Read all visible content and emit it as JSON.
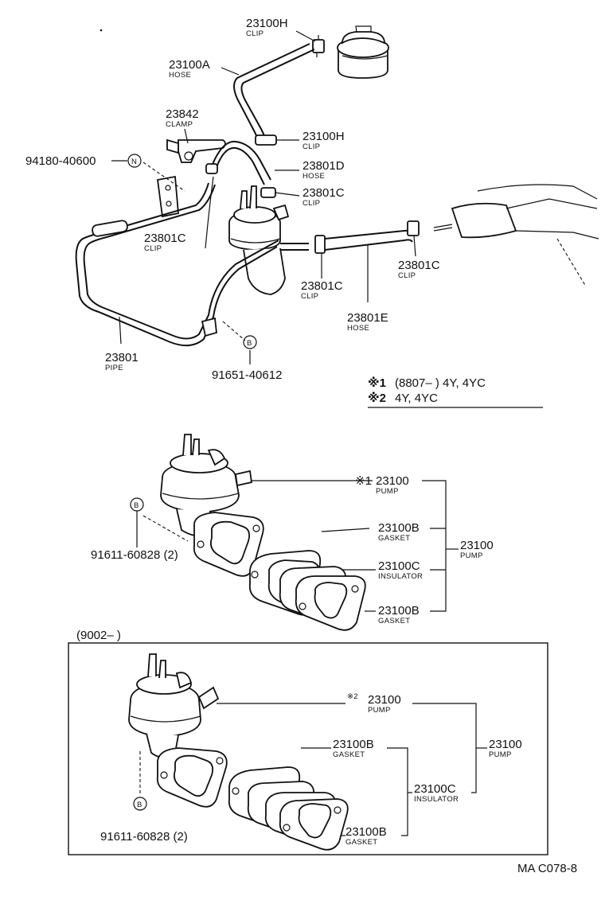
{
  "labels": {
    "top_clip_h": {
      "num": "23100H",
      "name": "CLIP"
    },
    "hose_a": {
      "num": "23100A",
      "name": "HOSE"
    },
    "clamp": {
      "num": "23842",
      "name": "CLAMP"
    },
    "clip_h2": {
      "num": "23100H",
      "name": "CLIP"
    },
    "hose_d": {
      "num": "23801D",
      "name": "HOSE"
    },
    "clip_c_upper": {
      "num": "23801C",
      "name": "CLIP"
    },
    "bolt_n": {
      "num": "94180-40600",
      "badge": "N"
    },
    "clip_c_left": {
      "num": "23801C",
      "name": "CLIP"
    },
    "clip_c_mid": {
      "num": "23801C",
      "name": "CLIP"
    },
    "clip_c_right": {
      "num": "23801C",
      "name": "CLIP"
    },
    "hose_e": {
      "num": "23801E",
      "name": "HOSE"
    },
    "pipe": {
      "num": "23801",
      "name": "PIPE"
    },
    "bolt_b_top": {
      "num": "91651-40612",
      "badge": "B"
    }
  },
  "notes": {
    "note1_mark": "※1",
    "note1_text": "(8807–        ) 4Y, 4YC",
    "note2_mark": "※2",
    "note2_text": "4Y, 4YC"
  },
  "section1": {
    "pump": {
      "mark": "※1",
      "num": "23100",
      "name": "PUMP"
    },
    "gasket_top": {
      "num": "23100B",
      "name": "GASKET"
    },
    "insulator": {
      "num": "23100C",
      "name": "INSULATOR"
    },
    "gasket_bottom": {
      "num": "23100B",
      "name": "GASKET"
    },
    "assembly": {
      "num": "23100",
      "name": "PUMP"
    },
    "bolt": {
      "num": "91611-60828 (2)",
      "badge": "B"
    }
  },
  "section2": {
    "range": "(9002–        )",
    "pump": {
      "mark": "※2",
      "num": "23100",
      "name": "PUMP"
    },
    "gasket_top": {
      "num": "23100B",
      "name": "GASKET"
    },
    "insulator": {
      "num": "23100C",
      "name": "INSULATOR"
    },
    "gasket_bottom": {
      "num": "23100B",
      "name": "GASKET"
    },
    "assembly": {
      "num": "23100",
      "name": "PUMP"
    },
    "bolt": {
      "num": "91611-60828 (2)",
      "badge": "B"
    }
  },
  "footer_code": "MA C078-8"
}
